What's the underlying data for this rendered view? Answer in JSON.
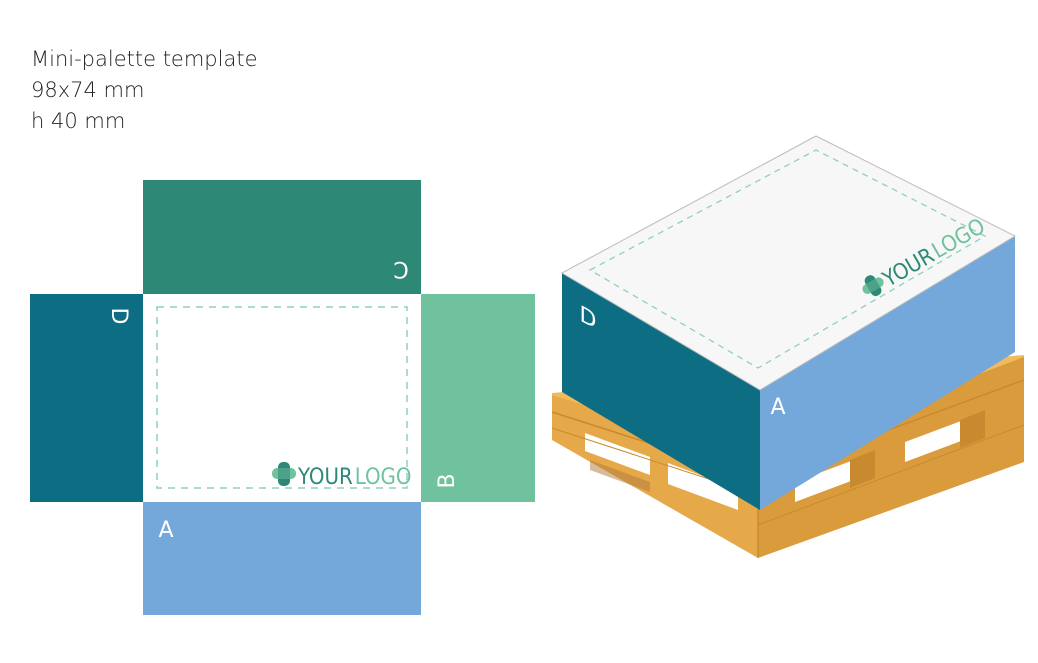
{
  "heading": {
    "line1": "Mini-palette template",
    "line2": "98x74 mm",
    "line3": "h 40 mm"
  },
  "colors": {
    "panel_c": "#2d8976",
    "panel_d": "#0d6d83",
    "panel_b": "#6fc29d",
    "panel_a": "#74a7da",
    "top": "#f7f7f7",
    "pallet": "#e6a94a",
    "pallet_dark": "#c88a2e",
    "dash": "#8fd0c0",
    "logo_primary": "#2d8976",
    "logo_secondary": "#6fc29d"
  },
  "net": {
    "label_c": "C",
    "label_d": "D",
    "label_b": "B",
    "label_a": "A",
    "logo_word1": "YOUR",
    "logo_word2": "LOGO"
  },
  "box3d": {
    "label_d": "D",
    "label_a": "A",
    "logo_word1": "YOUR",
    "logo_word2": "LOGO"
  }
}
